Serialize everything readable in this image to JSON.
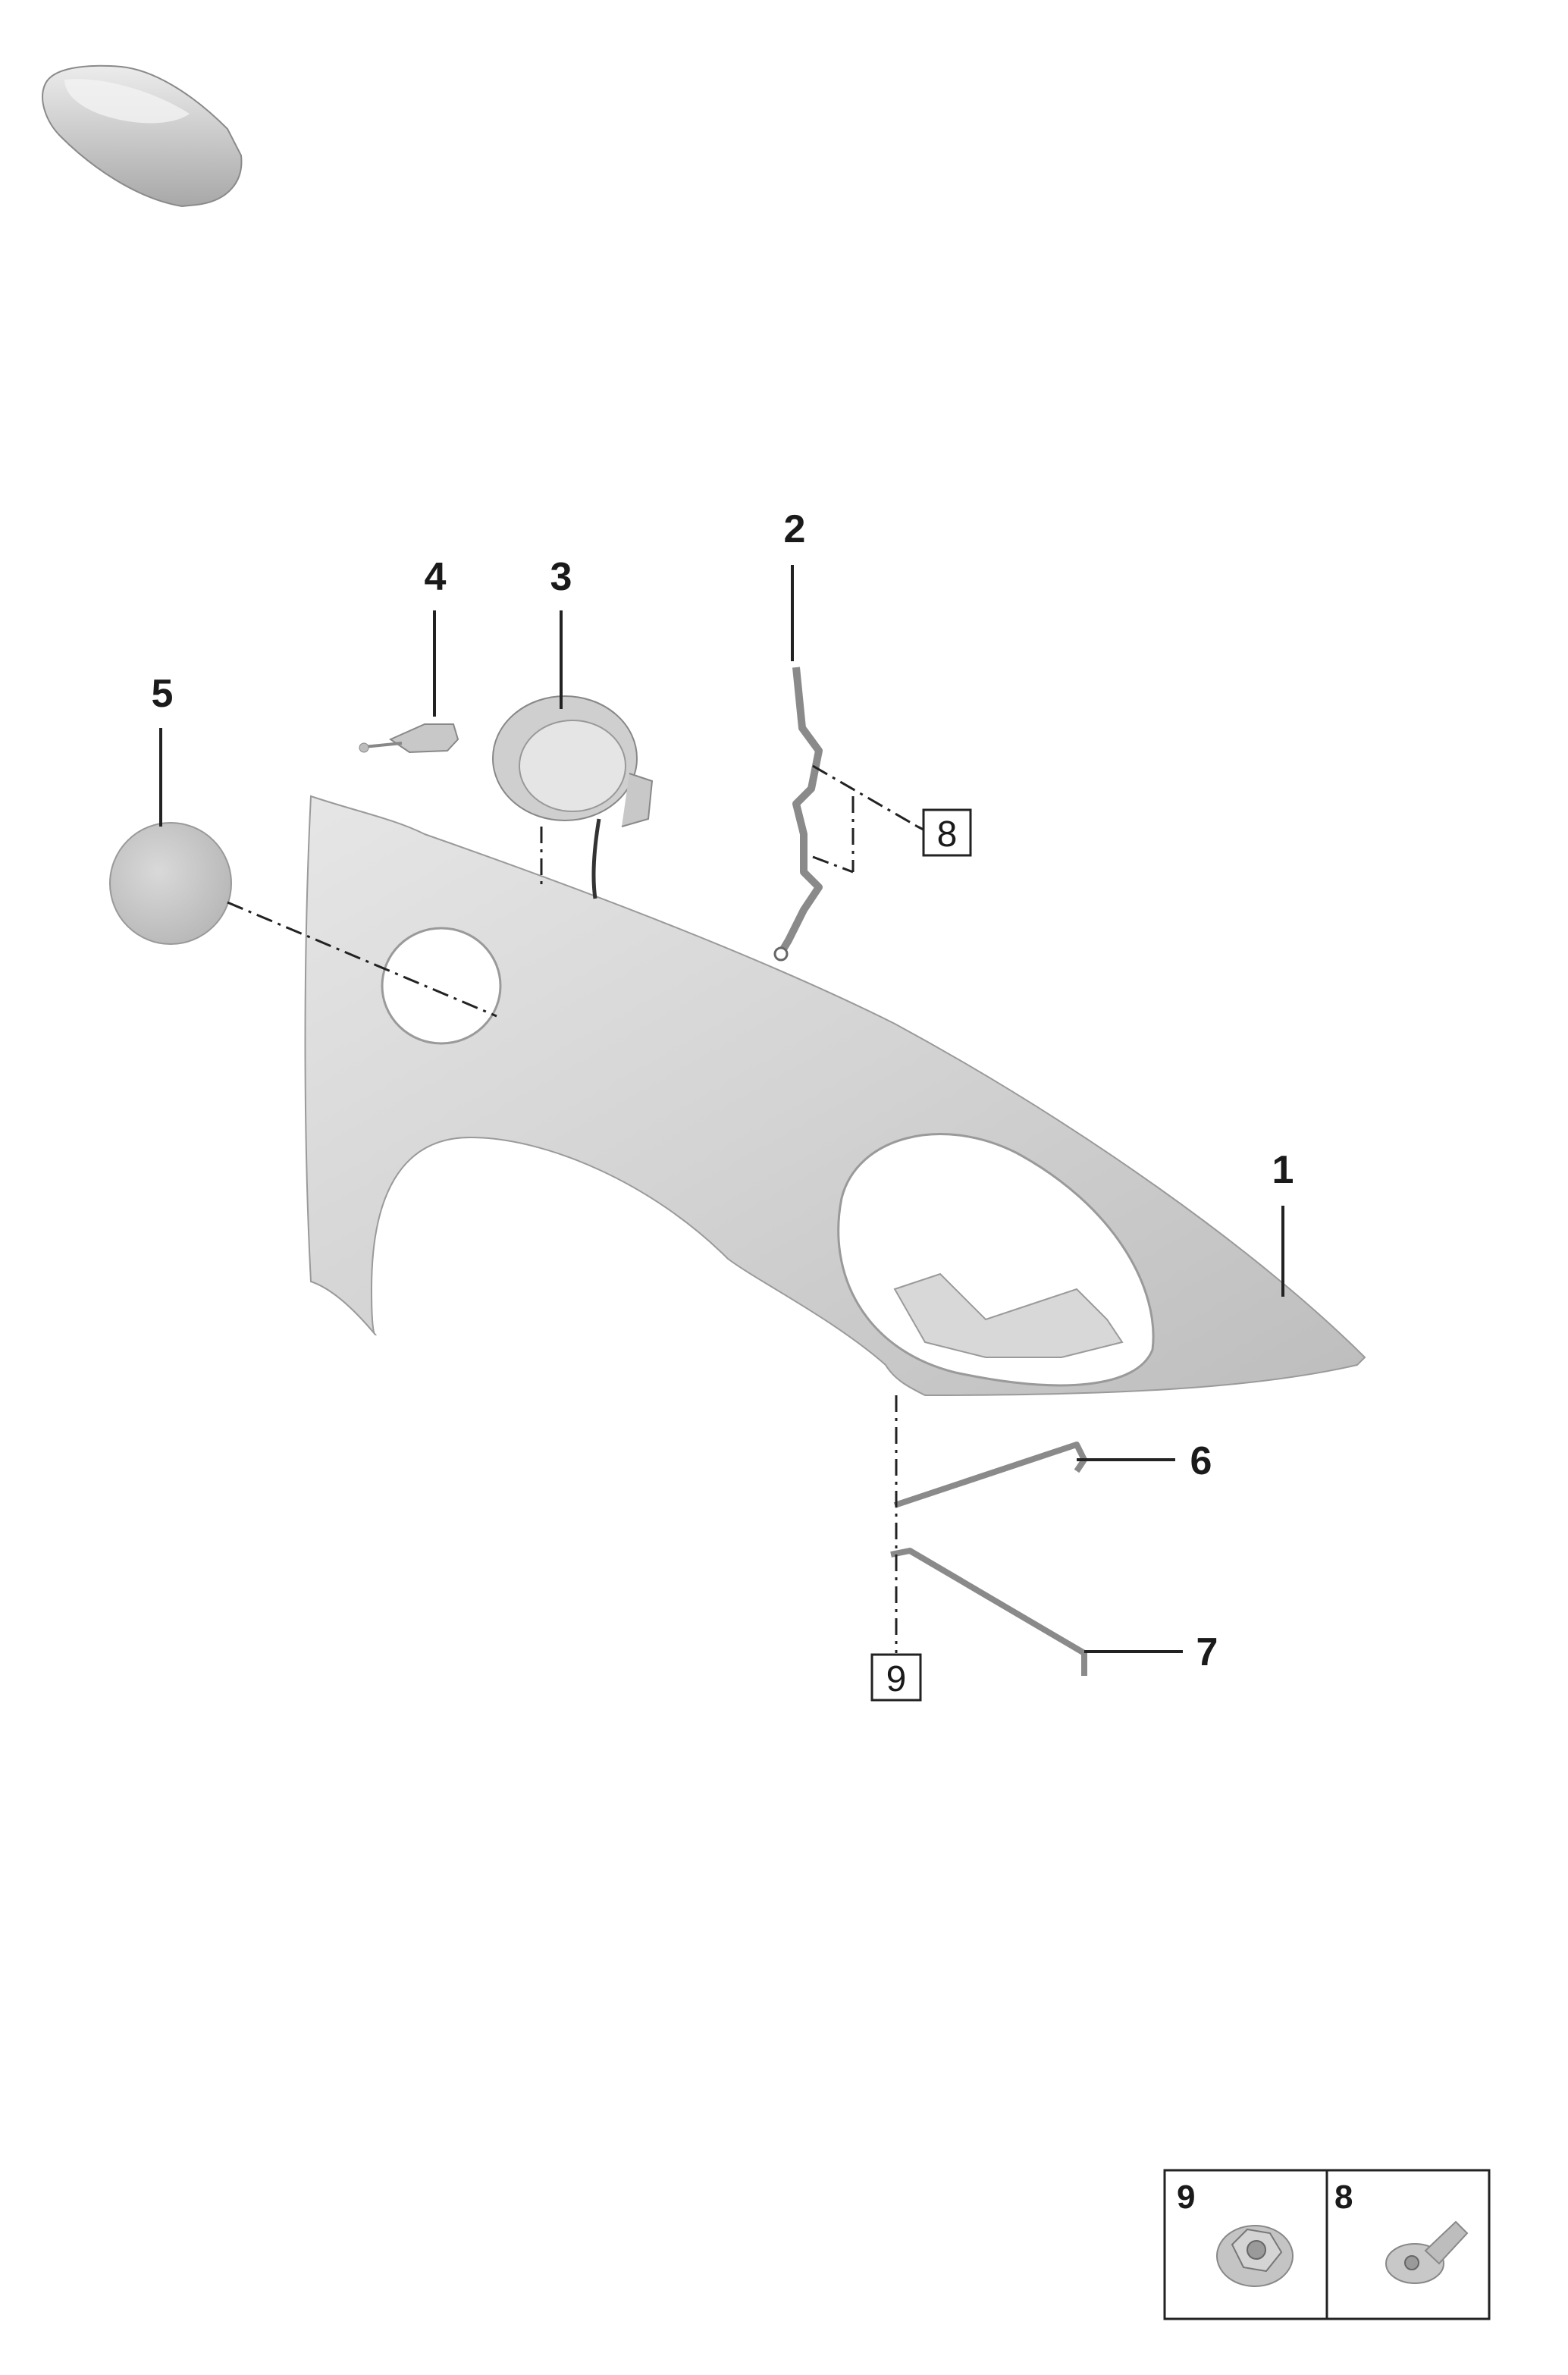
{
  "callouts": [
    {
      "id": "1",
      "label": "1"
    },
    {
      "id": "2",
      "label": "2"
    },
    {
      "id": "3",
      "label": "3"
    },
    {
      "id": "4",
      "label": "4"
    },
    {
      "id": "5",
      "label": "5"
    },
    {
      "id": "6",
      "label": "6"
    },
    {
      "id": "7",
      "label": "7"
    }
  ],
  "references": {
    "ref_8": "8",
    "ref_9": "9"
  },
  "legend": {
    "item_9": "9",
    "item_8": "8"
  },
  "colors": {
    "part_fill": "#d4d4d4",
    "part_shadow": "#b0b0b0",
    "line": "#222222"
  }
}
